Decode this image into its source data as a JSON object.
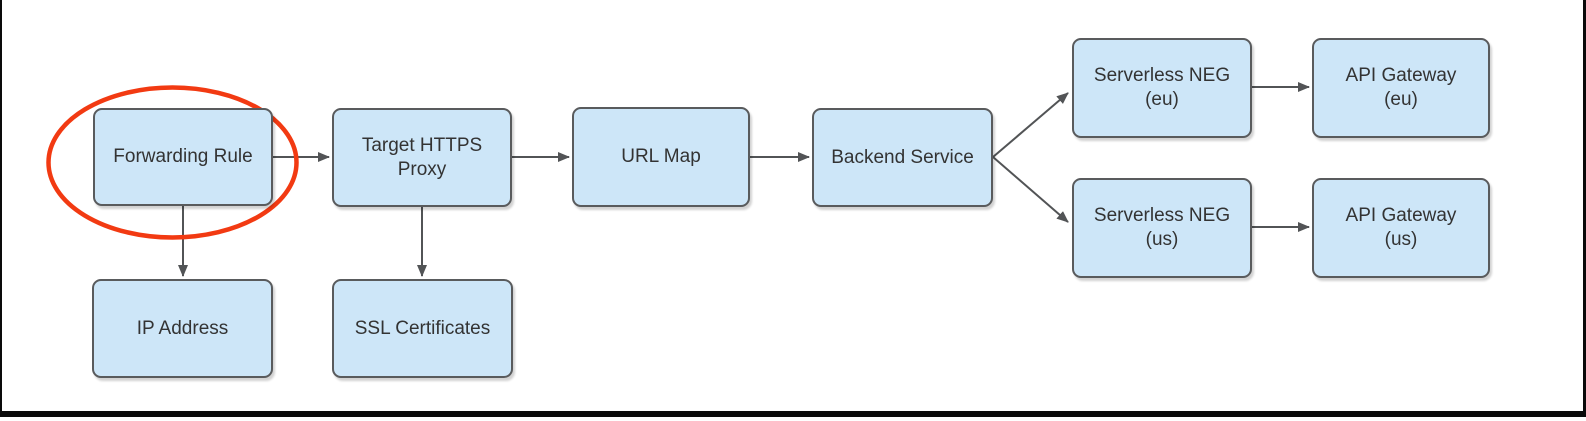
{
  "nodes": [
    {
      "id": "forwarding-rule",
      "label": "Forwarding Rule"
    },
    {
      "id": "target-https-proxy",
      "label": "Target HTTPS\nProxy"
    },
    {
      "id": "url-map",
      "label": "URL Map"
    },
    {
      "id": "backend-service",
      "label": "Backend Service"
    },
    {
      "id": "serverless-neg-eu",
      "label": "Serverless NEG\n(eu)"
    },
    {
      "id": "api-gateway-eu",
      "label": "API Gateway\n(eu)"
    },
    {
      "id": "serverless-neg-us",
      "label": "Serverless NEG\n(us)"
    },
    {
      "id": "api-gateway-us",
      "label": "API Gateway\n(us)"
    },
    {
      "id": "ip-address",
      "label": "IP Address"
    },
    {
      "id": "ssl-certificates",
      "label": "SSL Certificates"
    }
  ],
  "edges": [
    {
      "from": "forwarding-rule",
      "to": "target-https-proxy"
    },
    {
      "from": "target-https-proxy",
      "to": "url-map"
    },
    {
      "from": "url-map",
      "to": "backend-service"
    },
    {
      "from": "backend-service",
      "to": "serverless-neg-eu"
    },
    {
      "from": "backend-service",
      "to": "serverless-neg-us"
    },
    {
      "from": "serverless-neg-eu",
      "to": "api-gateway-eu"
    },
    {
      "from": "serverless-neg-us",
      "to": "api-gateway-us"
    },
    {
      "from": "forwarding-rule",
      "to": "ip-address"
    },
    {
      "from": "target-https-proxy",
      "to": "ssl-certificates"
    }
  ],
  "annotation": {
    "shape": "ellipse",
    "highlights_node": "forwarding-rule"
  },
  "colors": {
    "node_fill": "#cde6f8",
    "node_border": "#595b5d",
    "arrow": "#525456",
    "text": "#333333",
    "highlight_ellipse": "#f23a12",
    "frame": "#0a0a0a"
  }
}
